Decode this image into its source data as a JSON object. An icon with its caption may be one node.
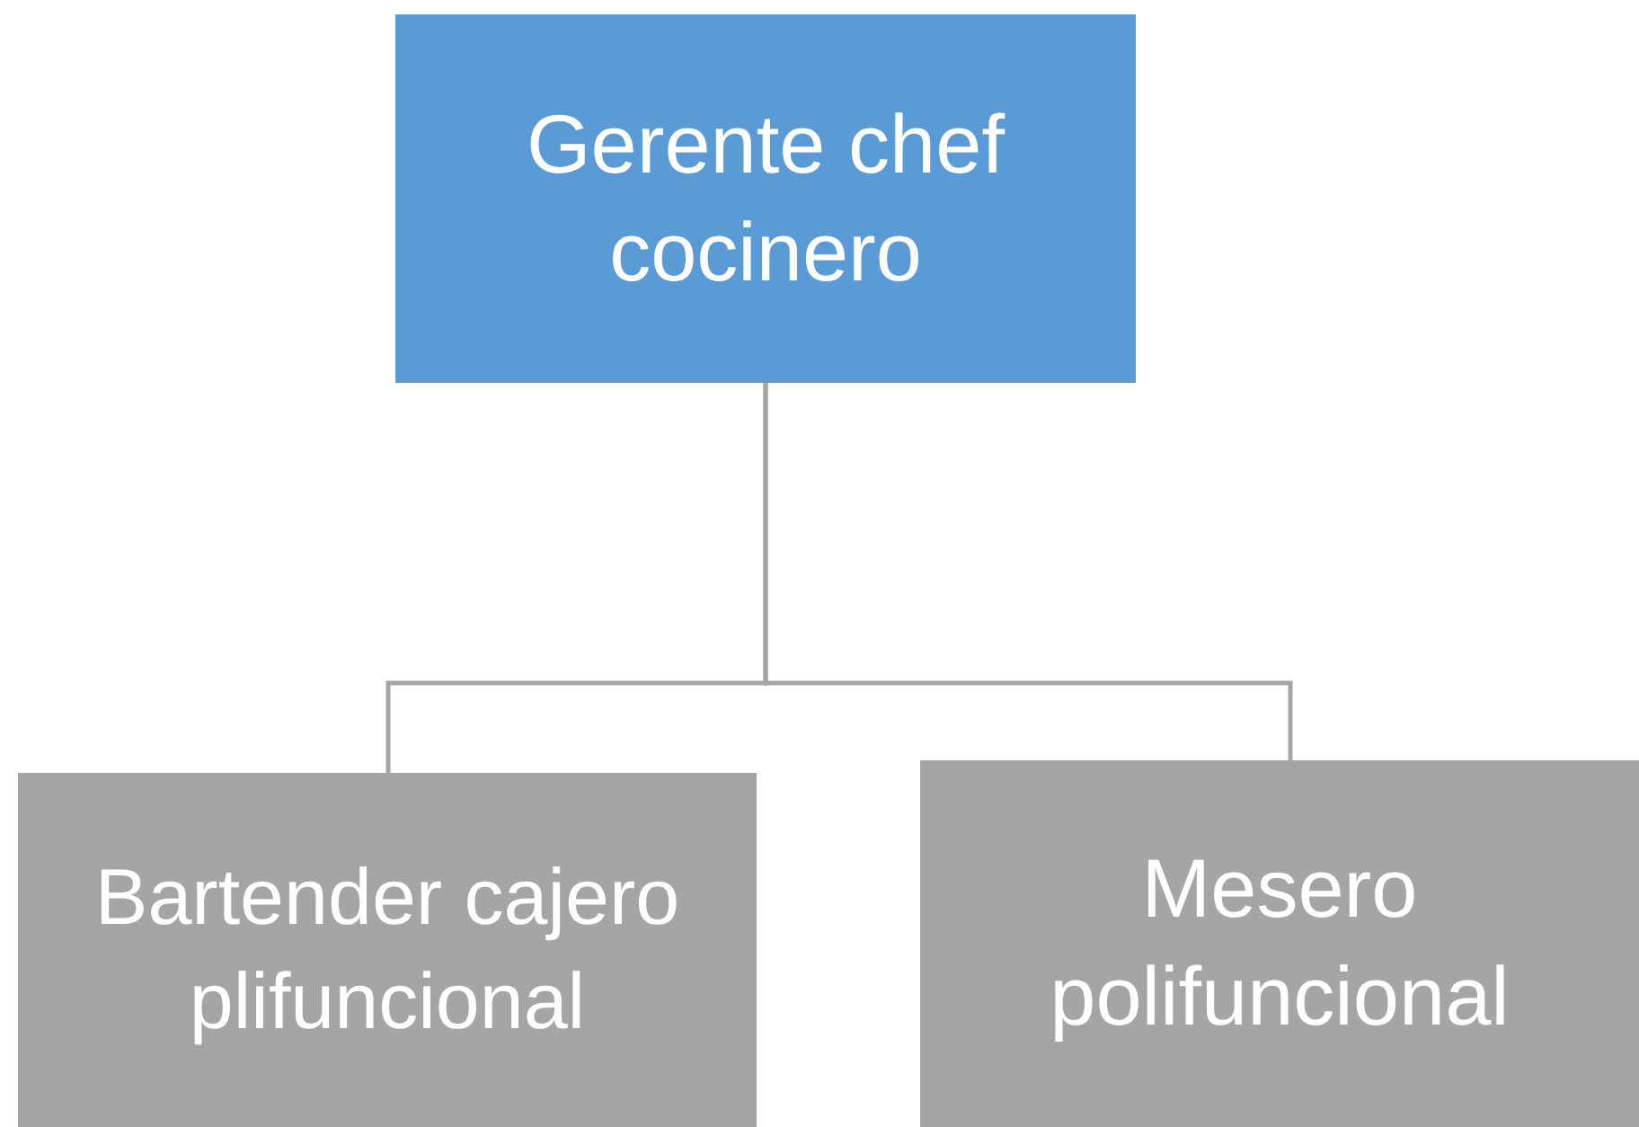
{
  "diagram": {
    "nodes": [
      {
        "text": [
          "Gerente chef cocinero"
        ]
      },
      {
        "text": [
          "Bartender cajero plifuncional"
        ]
      },
      {
        "text": [
          "Mesero polifuncional"
        ]
      }
    ],
    "edges": [
      {
        "from": 0,
        "to": 1,
        "arrow": "none"
      },
      {
        "from": 0,
        "to": 2,
        "arrow": "none"
      }
    ]
  }
}
